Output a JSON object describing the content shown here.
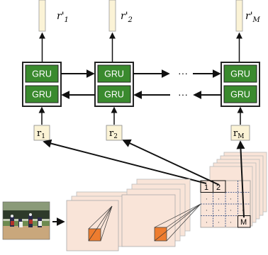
{
  "diagram": {
    "outputs": [
      {
        "base": "r'",
        "sub": "1"
      },
      {
        "base": "r'",
        "sub": "2"
      },
      {
        "base": "r'",
        "sub": "M"
      }
    ],
    "inputs": [
      {
        "base": "r",
        "sub": "1"
      },
      {
        "base": "r",
        "sub": "2"
      },
      {
        "base": "r",
        "sub": "M"
      }
    ],
    "gru_label": "GRU",
    "ellipsis": "···",
    "grid_labels": {
      "first": "1",
      "second": "2",
      "last": "M"
    },
    "grid_dots": "·",
    "colors": {
      "gru_fill": "#3a8a2e",
      "gru_cell_border": "#222222",
      "vector_fill": "#fbf3d6",
      "feature_fill": "#f9e4d8",
      "patch_fill": "#ee7c2e",
      "grid_line": "#1a3a7a",
      "arrow": "#111111"
    },
    "photo": {
      "icon": "baseball-photo-icon"
    }
  }
}
